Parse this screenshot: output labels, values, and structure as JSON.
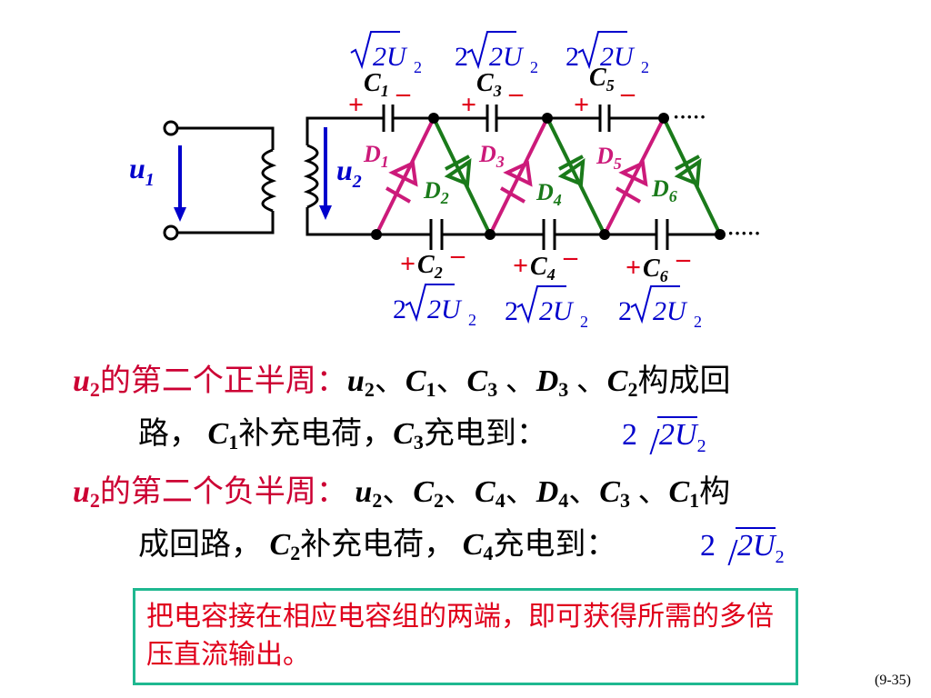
{
  "circuit": {
    "u1": "u",
    "u1_sub": "1",
    "u2": "u",
    "u2_sub": "2",
    "capacitors_top": [
      {
        "label": "C",
        "sub": "1",
        "plus": "+",
        "minus": "–",
        "voltage_coef": "",
        "voltage_rad": "2U",
        "voltage_sub": "2"
      },
      {
        "label": "C",
        "sub": "3",
        "plus": "+",
        "minus": "–",
        "voltage_coef": "2",
        "voltage_rad": "2U",
        "voltage_sub": "2"
      },
      {
        "label": "C",
        "sub": "5",
        "plus": "+",
        "minus": "–",
        "voltage_coef": "2",
        "voltage_rad": "2U",
        "voltage_sub": "2"
      }
    ],
    "capacitors_bottom": [
      {
        "label": "C",
        "sub": "2",
        "plus": "+",
        "minus": "–",
        "voltage_coef": "2",
        "voltage_rad": "2U",
        "voltage_sub": "2"
      },
      {
        "label": "C",
        "sub": "4",
        "plus": "+",
        "minus": "–",
        "voltage_coef": "2",
        "voltage_rad": "2U",
        "voltage_sub": "2"
      },
      {
        "label": "C",
        "sub": "6",
        "plus": "+",
        "minus": "–",
        "voltage_coef": "2",
        "voltage_rad": "2U",
        "voltage_sub": "2"
      }
    ],
    "diodes": [
      {
        "label": "D",
        "sub": "1"
      },
      {
        "label": "D",
        "sub": "2"
      },
      {
        "label": "D",
        "sub": "3"
      },
      {
        "label": "D",
        "sub": "4"
      },
      {
        "label": "D",
        "sub": "5"
      },
      {
        "label": "D",
        "sub": "6"
      }
    ],
    "dots": "·····",
    "colors": {
      "diode_red": "#cc1a7a",
      "diode_green": "#1a7a1a",
      "arrow_blue": "#0000cc",
      "wire": "#000000"
    }
  },
  "text1": {
    "head_u": "u",
    "head_sub": "2",
    "head_rest": "的第二个正半周：",
    "line1_parts": [
      "u",
      "2",
      "、",
      "C",
      "1",
      "、",
      "C",
      "3",
      " 、",
      "D",
      "3",
      " 、",
      "C",
      "2",
      "构成回"
    ],
    "line2_a": "路，",
    "line2_c": "C",
    "line2_csub": "1",
    "line2_b": "补充电荷，",
    "line2_d": "C",
    "line2_dsub": "3",
    "line2_e": "充电到：",
    "expr_coef": "2",
    "expr_rad": "2U",
    "expr_sub": "2"
  },
  "text2": {
    "head_u": "u",
    "head_sub": "2",
    "head_rest": "的第二个负半周：",
    "line1_parts": [
      "u",
      "2",
      "、",
      "C",
      "2",
      "、",
      "C",
      "4",
      "、",
      "D",
      "4",
      "、",
      "C",
      "3",
      " 、",
      "C",
      "1",
      "构"
    ],
    "line2_a": "成回路，",
    "line2_c": "C",
    "line2_csub": "2",
    "line2_b": "补充电荷，",
    "line2_d": "C",
    "line2_dsub": "4",
    "line2_e": "充电到：",
    "expr_coef": "2",
    "expr_rad": "2U",
    "expr_sub": "2"
  },
  "box": {
    "text": "把电容接在相应电容组的两端，即可获得所需的多倍压直流输出。",
    "border_color": "#1fb890",
    "text_color": "#e0001b"
  },
  "page_number": "(9-35)"
}
